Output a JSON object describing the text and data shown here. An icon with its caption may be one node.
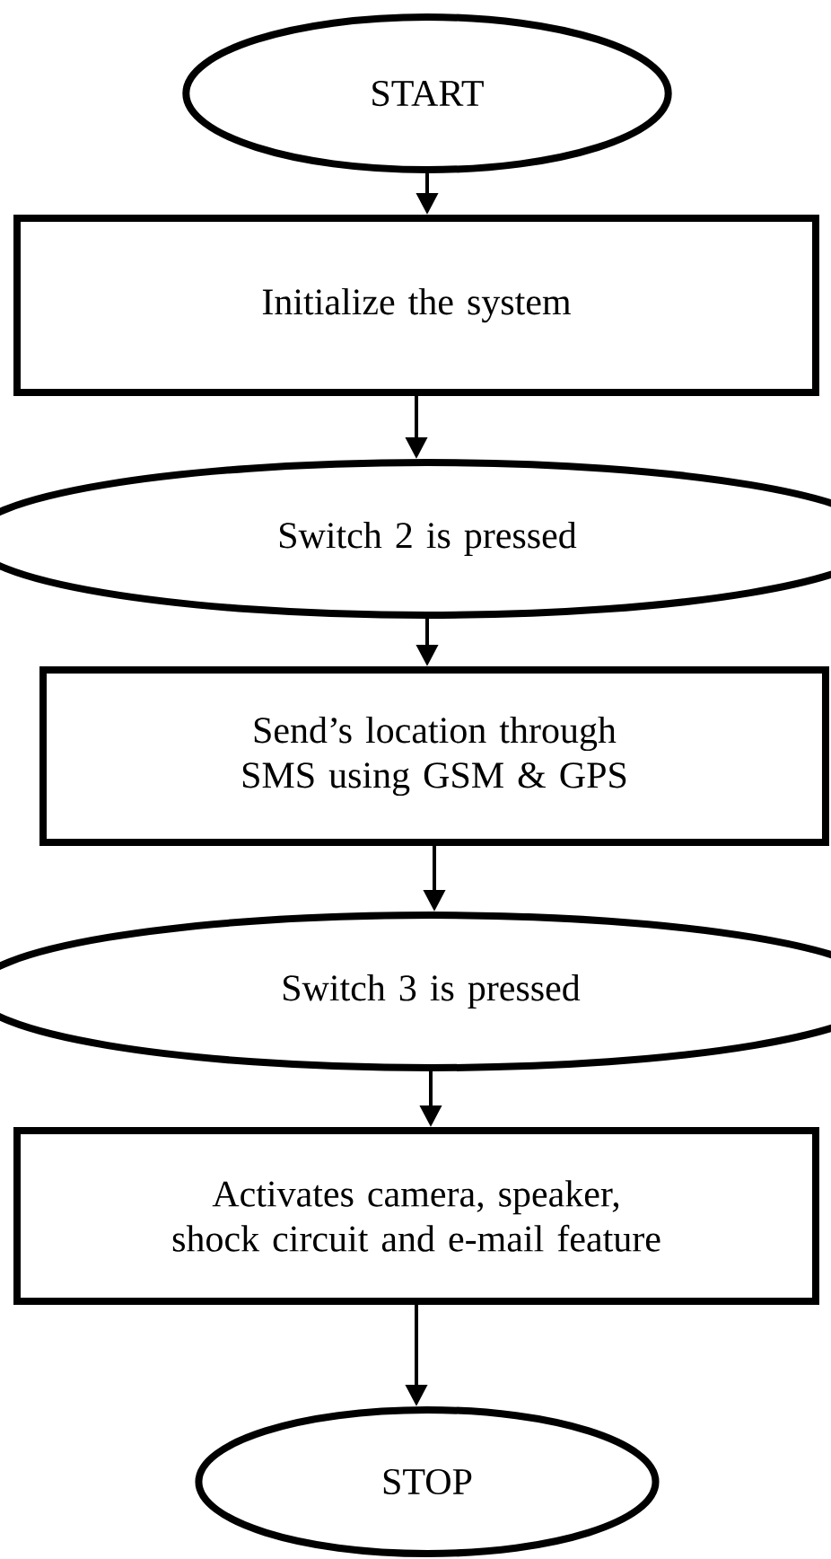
{
  "diagram": {
    "nodes": [
      {
        "text": [
          "START"
        ]
      },
      {
        "text": [
          "Initialize the system"
        ]
      },
      {
        "text": [
          "Switch 2 is pressed"
        ]
      },
      {
        "text": [
          "Send’s location through SMS using GSM & GPS"
        ]
      },
      {
        "text": [
          "Switch 3 is pressed"
        ]
      },
      {
        "text": [
          "Activates camera, speaker, shock circuit and e-mail feature"
        ]
      },
      {
        "text": [
          "STOP"
        ]
      }
    ],
    "edges": [
      {
        "from": 0,
        "to": 1,
        "arrow": "to"
      },
      {
        "from": 1,
        "to": 2,
        "arrow": "to"
      },
      {
        "from": 2,
        "to": 3,
        "arrow": "to"
      },
      {
        "from": 3,
        "to": 4,
        "arrow": "to"
      },
      {
        "from": 4,
        "to": 5,
        "arrow": "to"
      },
      {
        "from": 5,
        "to": 6,
        "arrow": "to"
      }
    ]
  }
}
